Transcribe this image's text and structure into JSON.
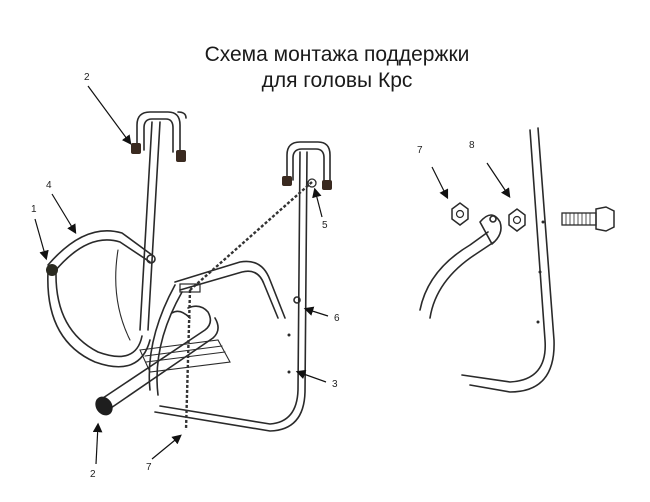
{
  "title": {
    "line1": "Схема монтажа поддержки",
    "line2": "для головы Крс"
  },
  "callouts": {
    "label_2_top": "2",
    "label_4": "4",
    "label_1": "1",
    "label_5": "5",
    "label_6": "6",
    "label_3": "3",
    "label_2_bottom": "2",
    "label_7_bottom": "7",
    "label_7_detail": "7",
    "label_8_detail": "8"
  },
  "colors": {
    "line": "#2a2a2a",
    "cap": "#3a2a20",
    "background": "#ffffff"
  }
}
